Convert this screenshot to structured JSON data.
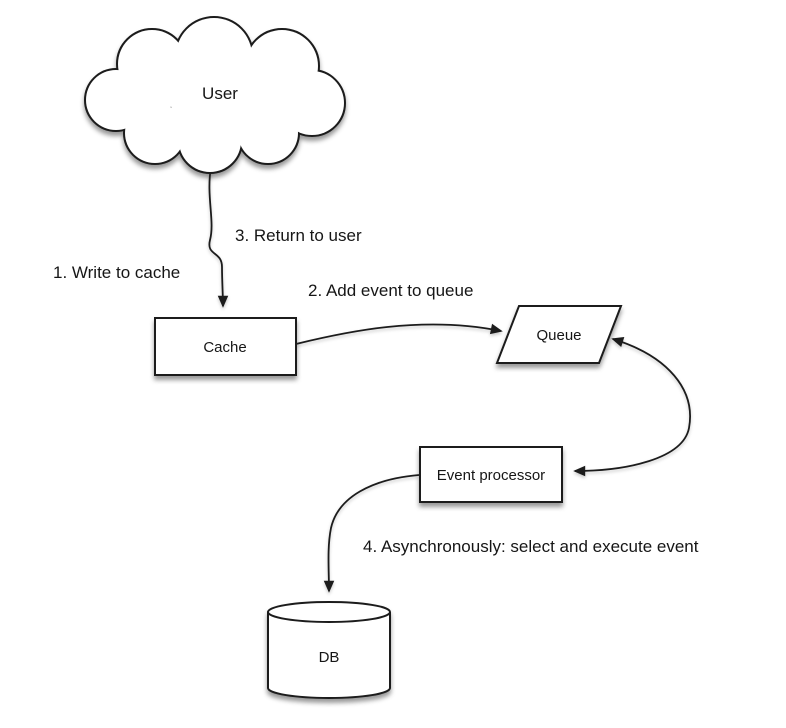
{
  "diagram": {
    "description": "Write-back cache flow diagram",
    "nodes": {
      "user": {
        "label": "User",
        "shape": "cloud"
      },
      "cache": {
        "label": "Cache",
        "shape": "rectangle"
      },
      "queue": {
        "label": "Queue",
        "shape": "parallelogram"
      },
      "event_processor": {
        "label": "Event processor",
        "shape": "rectangle"
      },
      "db": {
        "label": "DB",
        "shape": "cylinder"
      }
    },
    "edge_labels": {
      "step1": "1. Write to cache",
      "step2": "2. Add event to queue",
      "step3": "3. Return to user",
      "step4": "4. Asynchronously: select and execute event"
    },
    "edges": [
      {
        "from": "user",
        "to": "cache",
        "bidirectional": false,
        "labels": [
          "step1",
          "step3"
        ]
      },
      {
        "from": "cache",
        "to": "queue",
        "bidirectional": false,
        "labels": [
          "step2"
        ]
      },
      {
        "from": "queue",
        "to": "event_processor",
        "bidirectional": true,
        "labels": []
      },
      {
        "from": "event_processor",
        "to": "db",
        "bidirectional": false,
        "labels": [
          "step4"
        ]
      }
    ],
    "colors": {
      "stroke": "#1c1c1c",
      "node_fill": "#ffffff",
      "text": "#161616",
      "background": "#ffffff"
    }
  }
}
